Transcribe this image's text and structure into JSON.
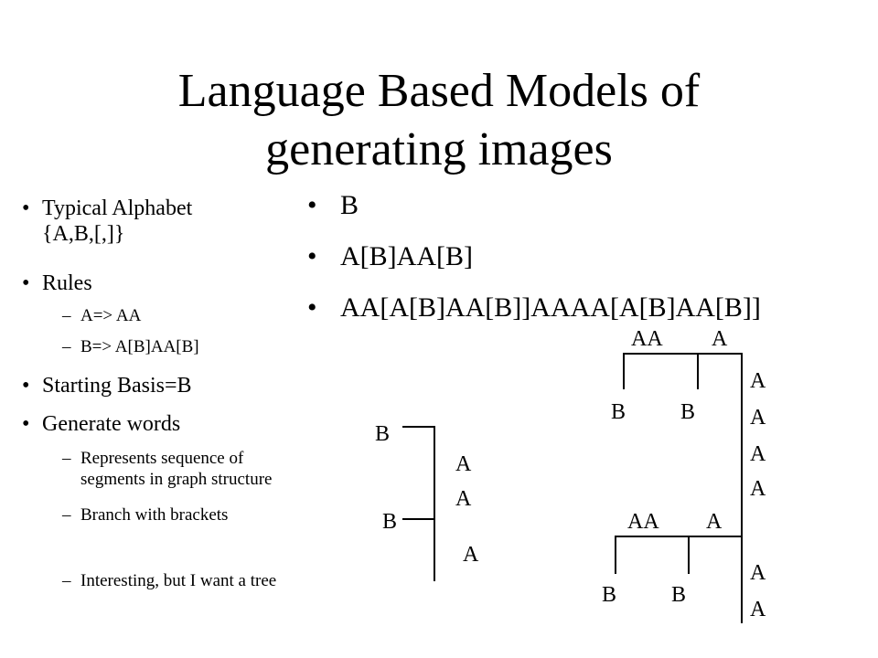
{
  "slide": {
    "title_line1": "Language Based Models of",
    "title_line2": "generating images",
    "left_items": [
      {
        "text_line1": "Typical Alphabet",
        "text_line2": "{A,B,[,]}"
      },
      {
        "text": "Rules"
      },
      {
        "text": "Starting Basis=B"
      },
      {
        "text": "Generate words"
      }
    ],
    "rule_items": [
      "A=> AA",
      "B=> A[B]AA[B]"
    ],
    "generate_items": [
      {
        "text_line1": "Represents sequence of",
        "text_line2": "segments in graph structure"
      },
      {
        "text": "Branch with brackets"
      },
      {
        "text": "Interesting, but I want a tree"
      }
    ],
    "bullet": "•",
    "dash": "–",
    "right_items": [
      "B",
      "A[B]AA[B]",
      "AA[A[B]AA[B]]AAAA[A[B]AA[B]]"
    ],
    "small_tree": {
      "label_b_top": "B",
      "label_a1": "A",
      "label_a2": "A",
      "label_b_mid": "B",
      "label_a3": "A"
    },
    "big_tree": {
      "top_aa": "AA",
      "top_a": "A",
      "top_b1": "B",
      "top_b2": "B",
      "trunk_a1": "A",
      "trunk_a2": "A",
      "trunk_a3": "A",
      "trunk_a4": "A",
      "bot_aa": "AA",
      "bot_a": "A",
      "bot_b1": "B",
      "bot_b2": "B",
      "trunk_a5": "A",
      "trunk_a6": "A"
    }
  }
}
